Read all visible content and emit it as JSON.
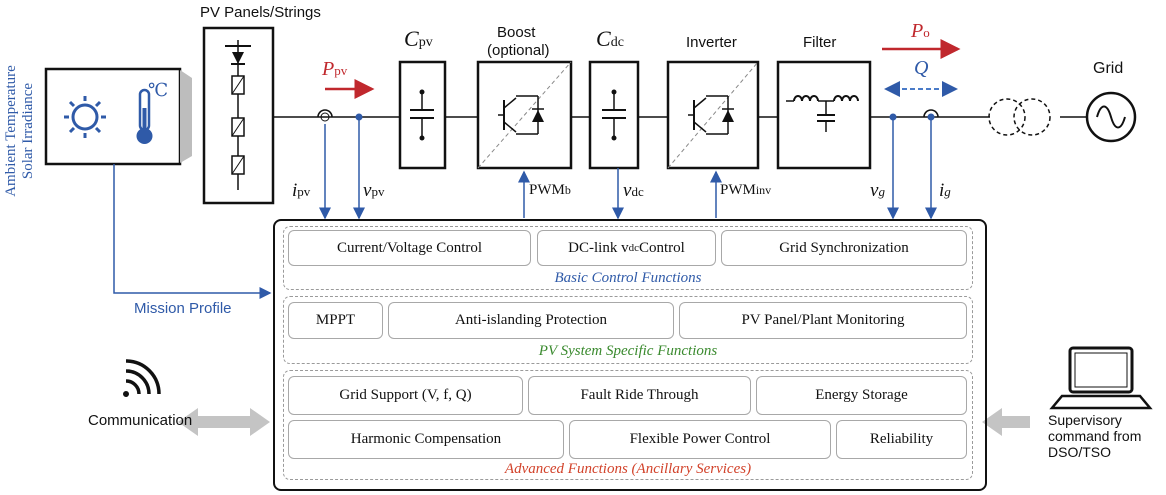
{
  "labels": {
    "pv_panels": "PV Panels/Strings",
    "c_pv": "C",
    "c_pv_sub": "pv",
    "boost": "Boost",
    "boost_sub": "(optional)",
    "c_dc": "C",
    "c_dc_sub": "dc",
    "inverter": "Inverter",
    "filter": "Filter",
    "grid": "Grid",
    "p_pv": "P",
    "p_pv_sub": "pv",
    "p_o": "P",
    "p_o_sub": "o",
    "q": "Q",
    "env_line1": "Ambient Temperature",
    "env_line2": "Solar Irradiance",
    "degc": "℃",
    "i_pv": "i",
    "i_pv_sub": "pv",
    "v_pv": "v",
    "v_pv_sub": "pv",
    "pwm_b": "PWM",
    "pwm_b_sub": "b",
    "v_dc": "v",
    "v_dc_sub": "dc",
    "pwm_inv": "PWM",
    "pwm_inv_sub": "inv",
    "v_g": "v",
    "v_g_sub": "g",
    "i_g": "i",
    "i_g_sub": "g",
    "mission_profile": "Mission Profile",
    "communication": "Communication",
    "supervisory_1": "Supervisory",
    "supervisory_2": "command from",
    "supervisory_3": "DSO/TSO"
  },
  "basic": {
    "title": "Basic Control Functions",
    "items": [
      "Current/Voltage Control",
      "DC-link v",
      "dc",
      " Control",
      "Grid Synchronization"
    ]
  },
  "pv_specific": {
    "title": "PV System Specific Functions",
    "items": [
      "MPPT",
      "Anti-islanding Protection",
      "PV Panel/Plant Monitoring"
    ]
  },
  "advanced": {
    "title": "Advanced Functions (Ancillary Services)",
    "items": [
      "Grid Support (V, f, Q)",
      "Fault Ride Through",
      "Energy Storage",
      "Harmonic Compensation",
      "Flexible Power Control",
      "Reliability"
    ]
  },
  "colors": {
    "signal_blue": "#2f5aa8",
    "power_red": "#c0282d",
    "basic_title": "#2f5aa8",
    "pv_title": "#3a8a2e",
    "adv_title": "#d2422a"
  }
}
